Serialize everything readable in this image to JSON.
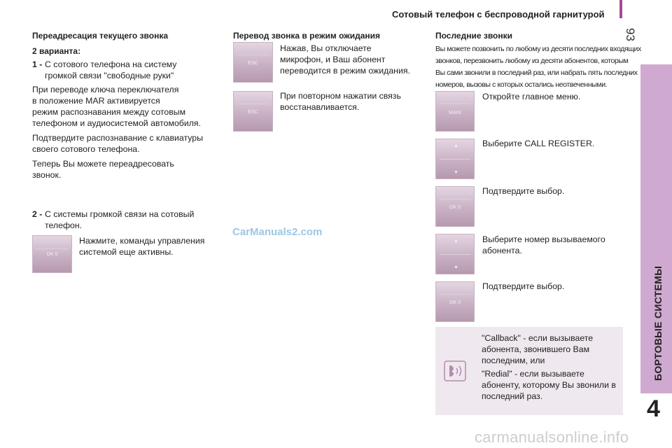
{
  "header": {
    "title": "Сотовый телефон с беспроводной гарнитурой",
    "page_number": "93"
  },
  "side_tab": {
    "label": "БОРТОВЫЕ СИСТЕМЫ",
    "chapter": "4"
  },
  "col1": {
    "heading": "Переадресация текущего звонка",
    "variants": "2 варианта:",
    "item1_num": "1 -",
    "item1_l1": "С сотового телефона на систему",
    "item1_l2": "громкой связи \"свободные руки\"",
    "para1_l1": "При переводе ключа переключателя",
    "para1_l2": "в положение MAR активируется",
    "para1_l3": "режим распознавания между сотовым",
    "para1_l4": "телефоном и аудиосистемой автомобиля.",
    "para2_l1": "Подтвердите распознавание с клавиатуры",
    "para2_l2": "своего сотового телефона.",
    "para3_l1": "Теперь Вы можете переадресовать",
    "para3_l2": "звонок.",
    "item2_num": "2 -",
    "item2_l1": "С системы громкой связи на сотовый",
    "item2_l2": "телефон.",
    "step_l1": "Нажмите, команды управления",
    "step_l2": "системой еще активны.",
    "button_label": "OK 0"
  },
  "col2": {
    "heading": "Перевод звонка в режим ожидания",
    "step1_l1": "Нажав, Вы отключаете",
    "step1_l2": "микрофон, и Ваш абонент",
    "step1_l3": "переводится в режим ожидания.",
    "step2_l1": "При повторном нажатии связь",
    "step2_l2": "восстанавливается.",
    "button_label": "ESC"
  },
  "col3": {
    "heading": "Последние звонки",
    "intro_l1": "Вы можете позвонить по любому из десяти последних входящих",
    "intro_l2": "звонков, перезвонить любому из десяти абонентов, которым",
    "intro_l3": "Вы сами звонили в последний раз, или набрать пять последних",
    "intro_l4": "номеров, вызовы с которых остались неотвеченными.",
    "step1": "Откройте главное меню.",
    "step2": "Выберите CALL REGISTER.",
    "step3": "Подтвердите выбор.",
    "step4_l1": "Выберите номер вызываемого",
    "step4_l2": "абонента.",
    "step5": "Подтвердите выбор.",
    "main_label": "MAIN",
    "ok_label": "OK 0",
    "callout_l1": "\"Callback\" - если вызываете",
    "callout_l2": "абонента, звонившего Вам",
    "callout_l3": "последним, или",
    "callout_l4": "\"Redial\" - если вызываете",
    "callout_l5": "абоненту, которому Вы звонили в",
    "callout_l6": "последний раз."
  },
  "watermarks": {
    "carmanuals": "CarManuals2.com",
    "footer": "carmanualsonline.info"
  },
  "colors": {
    "accent": "#a24c97",
    "side_band": "#cfa9cf",
    "callout_bg": "#efe8ee"
  }
}
